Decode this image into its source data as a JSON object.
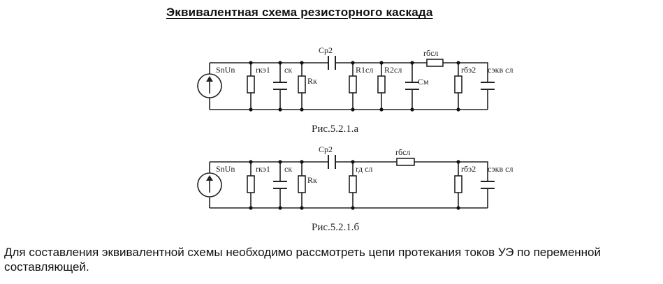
{
  "document": {
    "title": "Эквивалентная схема резисторного каскада",
    "paragraph": "Для составления эквивалентной схемы необходимо рассмотреть цепи протекания токов УЭ по переменной составляющей."
  },
  "figure_a": {
    "caption": "Рис.5.2.1.а",
    "labels": {
      "source": "SnUn",
      "r_ke1": "rкэ1",
      "c_k": "ск",
      "r_k": "Rк",
      "c_p2": "Ср2",
      "r1": "R1сл",
      "r2": "R2сл",
      "c_m": "См",
      "r_bsl": "rбсл",
      "r_be2": "rбэ2",
      "c_ekv": "сэкв сл"
    }
  },
  "figure_b": {
    "caption": "Рис.5.2.1.б",
    "labels": {
      "source": "SnUn",
      "r_ke1": "rкэ1",
      "c_k": "ск",
      "r_k": "Rк",
      "c_p2": "Ср2",
      "r_d": "rд сл",
      "r_bsl": "rбсл",
      "r_be2": "rбэ2",
      "c_ekv": "сэкв сл"
    }
  }
}
